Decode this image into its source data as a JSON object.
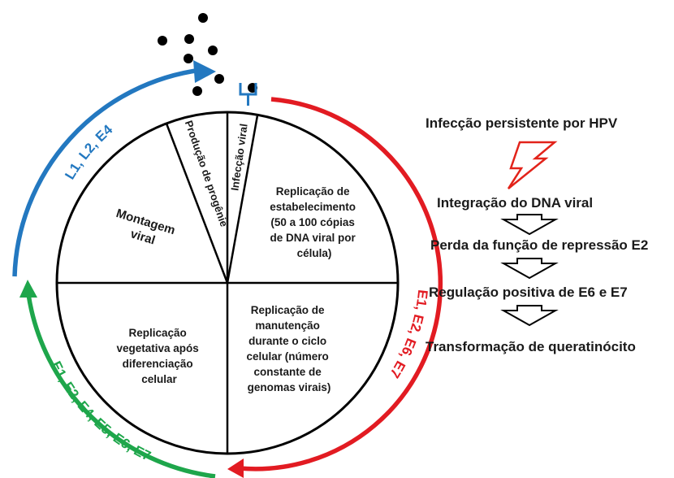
{
  "cycle": {
    "sectors": {
      "infection": "Infecção viral",
      "progeny": "Produção de progênie",
      "assembly": [
        "Montagem",
        "viral"
      ],
      "establishment": [
        "Replicação de",
        "estabelecimento",
        "(50 a 100 cópias",
        "de DNA viral por",
        "célula)"
      ],
      "maintenance": [
        "Replicação de",
        "manutenção",
        "durante o ciclo",
        "celular (número",
        "constante de",
        "genomas virais)"
      ],
      "vegetative": [
        "Replicação",
        "vegetativa após",
        "diferenciação",
        "celular"
      ]
    },
    "arcs": {
      "blue_label": "L1, L2, E4",
      "red_label": "E1, E2, E6, E7",
      "green_label": "E1, E2, E4, E5, E6, E7"
    },
    "colors": {
      "blue": "#2378c0",
      "red": "#e21b22",
      "green": "#1ea64b",
      "bolt": "#e2231a"
    }
  },
  "flow": {
    "title": "Infecção persistente por HPV",
    "steps": [
      "Integração do DNA viral",
      "Perda da função de repressão E2",
      "Regulação positiva de E6 e E7",
      "Transformação de queratinócito"
    ]
  }
}
